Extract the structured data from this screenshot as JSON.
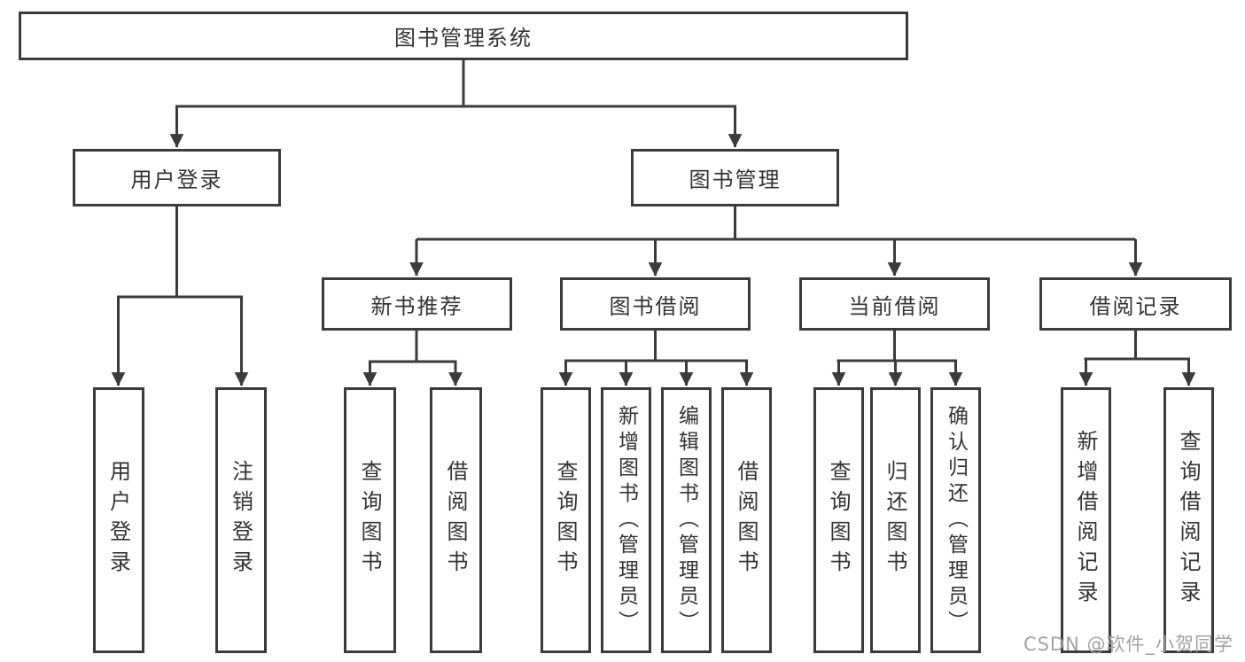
{
  "tree": {
    "label": "图书管理系统",
    "children": [
      {
        "label": "用户登录",
        "children": [
          {
            "label": "用户登录"
          },
          {
            "label": "注销登录"
          }
        ]
      },
      {
        "label": "图书管理",
        "children": [
          {
            "label": "新书推荐",
            "children": [
              {
                "label": "查询图书"
              },
              {
                "label": "借阅图书"
              }
            ]
          },
          {
            "label": "图书借阅",
            "children": [
              {
                "label": "查询图书"
              },
              {
                "label": "新增图书（管理员）"
              },
              {
                "label": "编辑图书（管理员）"
              },
              {
                "label": "借阅图书"
              }
            ]
          },
          {
            "label": "当前借阅",
            "children": [
              {
                "label": "查询图书"
              },
              {
                "label": "归还图书"
              },
              {
                "label": "确认归还（管理员）"
              }
            ]
          },
          {
            "label": "借阅记录",
            "children": [
              {
                "label": "新增借阅记录"
              },
              {
                "label": "查询借阅记录"
              }
            ]
          }
        ]
      }
    ]
  },
  "watermark": {
    "text": "CSDN @软件_小贺同学"
  },
  "colors": {
    "line": "#3b3b3b",
    "text": "#333333",
    "watermark": "#a3a3a3",
    "background": "#ffffff"
  }
}
